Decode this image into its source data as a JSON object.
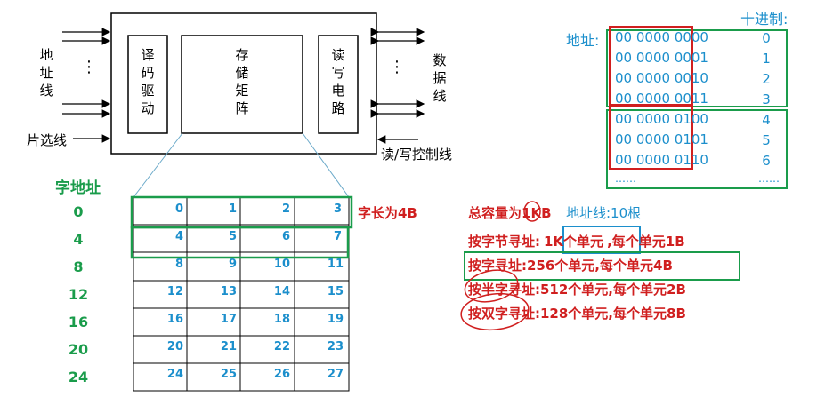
{
  "chip": {
    "addr_line_label": "地址线",
    "data_line_label": "数据线",
    "chip_select_label": "片选线",
    "rw_control_label": "读/写控制线",
    "decoder_label": "译码驱动",
    "matrix_label": "存储矩阵",
    "rw_circuit_label": "读写电路",
    "ellipsis": "⋮"
  },
  "addr_table": {
    "decimal_header": "十进制:",
    "address_label": "地址:",
    "rows": [
      {
        "bin": "00 0000 0000",
        "dec": "0"
      },
      {
        "bin": "00 0000 0001",
        "dec": "1"
      },
      {
        "bin": "00 0000 0010",
        "dec": "2"
      },
      {
        "bin": "00 0000 0011",
        "dec": "3"
      },
      {
        "bin": "00 0000 0100",
        "dec": "4"
      },
      {
        "bin": "00 0000 0101",
        "dec": "5"
      },
      {
        "bin": "00 0000 0110",
        "dec": "6"
      }
    ],
    "more_left": "……",
    "more_right": "……"
  },
  "word_grid": {
    "header": "字地址",
    "word_addresses": [
      "0",
      "4",
      "8",
      "12",
      "16",
      "20",
      "24"
    ],
    "cells": [
      [
        "0",
        "1",
        "2",
        "3"
      ],
      [
        "4",
        "5",
        "6",
        "7"
      ],
      [
        "8",
        "9",
        "10",
        "11"
      ],
      [
        "12",
        "13",
        "14",
        "15"
      ],
      [
        "16",
        "17",
        "18",
        "19"
      ],
      [
        "20",
        "21",
        "22",
        "23"
      ],
      [
        "24",
        "25",
        "26",
        "27"
      ]
    ],
    "word_length_note": "字长为4B"
  },
  "notes": {
    "capacity_prefix": "总容量为",
    "capacity_value": "1KB",
    "addr_lines": "地址线:10根",
    "byte_prefix": "按字节寻址:",
    "byte_units": "1K个单元",
    "byte_suffix": ",每个单元1B",
    "word": "按字寻址:256个单元,每个单元4B",
    "halfword": "按半字寻址:512个单元,每个单元2B",
    "doubleword": "按双字寻址:128个单元,每个单元8B"
  },
  "colors": {
    "blue": "#1c8fcc",
    "red": "#d01f1f",
    "green": "#1a9c4b"
  }
}
